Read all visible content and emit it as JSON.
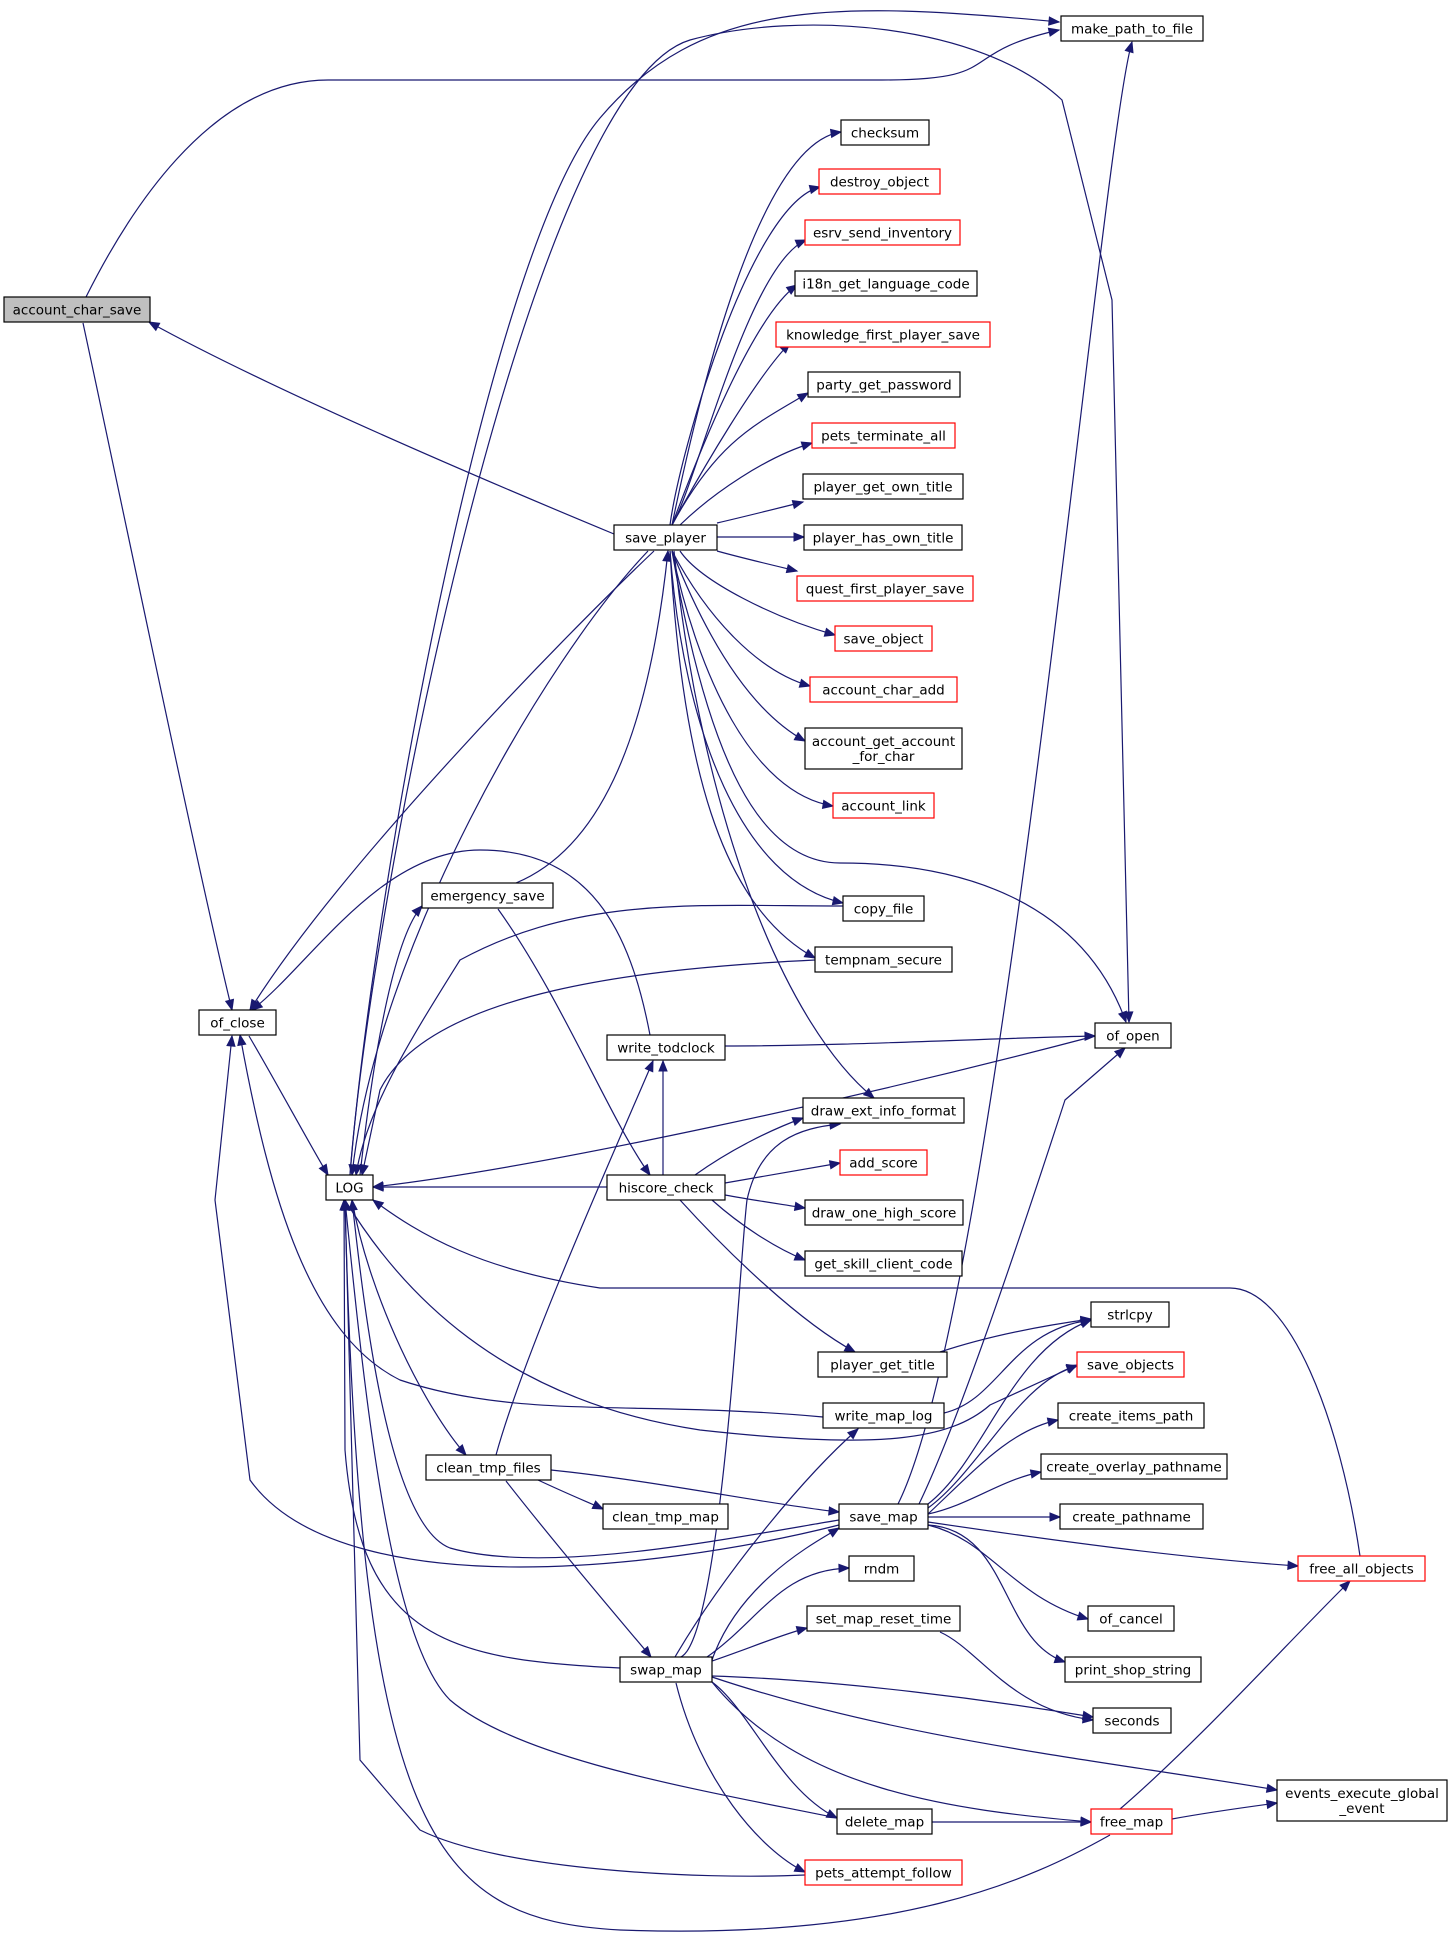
{
  "colors": {
    "edge": "#191970",
    "node_border": "#000000",
    "incomplete_node_border": "#ff0000",
    "focus_fill": "#bfbfbf",
    "node_fill": "#ffffff"
  },
  "nodes": [
    {
      "id": "account_char_save",
      "label": "account_char_save",
      "style": "focus"
    },
    {
      "id": "make_path_to_file",
      "label": "make_path_to_file",
      "style": "normal"
    },
    {
      "id": "checksum",
      "label": "checksum",
      "style": "normal"
    },
    {
      "id": "destroy_object",
      "label": "destroy_object",
      "style": "red"
    },
    {
      "id": "esrv_send_inventory",
      "label": "esrv_send_inventory",
      "style": "red"
    },
    {
      "id": "i18n_get_language_code",
      "label": "i18n_get_language_code",
      "style": "normal"
    },
    {
      "id": "knowledge_first_player_save",
      "label": "knowledge_first_player_save",
      "style": "red"
    },
    {
      "id": "party_get_password",
      "label": "party_get_password",
      "style": "normal"
    },
    {
      "id": "pets_terminate_all",
      "label": "pets_terminate_all",
      "style": "red"
    },
    {
      "id": "player_get_own_title",
      "label": "player_get_own_title",
      "style": "normal"
    },
    {
      "id": "save_player",
      "label": "save_player",
      "style": "normal"
    },
    {
      "id": "player_has_own_title",
      "label": "player_has_own_title",
      "style": "normal"
    },
    {
      "id": "quest_first_player_save",
      "label": "quest_first_player_save",
      "style": "red"
    },
    {
      "id": "save_object",
      "label": "save_object",
      "style": "red"
    },
    {
      "id": "account_char_add",
      "label": "account_char_add",
      "style": "red"
    },
    {
      "id": "account_get_account_for_char",
      "label": "account_get_account\n_for_char",
      "style": "normal"
    },
    {
      "id": "account_link",
      "label": "account_link",
      "style": "red"
    },
    {
      "id": "emergency_save",
      "label": "emergency_save",
      "style": "normal"
    },
    {
      "id": "copy_file",
      "label": "copy_file",
      "style": "normal"
    },
    {
      "id": "tempnam_secure",
      "label": "tempnam_secure",
      "style": "normal"
    },
    {
      "id": "of_close",
      "label": "of_close",
      "style": "normal"
    },
    {
      "id": "write_todclock",
      "label": "write_todclock",
      "style": "normal"
    },
    {
      "id": "of_open",
      "label": "of_open",
      "style": "normal"
    },
    {
      "id": "draw_ext_info_format",
      "label": "draw_ext_info_format",
      "style": "normal"
    },
    {
      "id": "LOG",
      "label": "LOG",
      "style": "normal"
    },
    {
      "id": "hiscore_check",
      "label": "hiscore_check",
      "style": "normal"
    },
    {
      "id": "add_score",
      "label": "add_score",
      "style": "red"
    },
    {
      "id": "draw_one_high_score",
      "label": "draw_one_high_score",
      "style": "normal"
    },
    {
      "id": "get_skill_client_code",
      "label": "get_skill_client_code",
      "style": "normal"
    },
    {
      "id": "strlcpy",
      "label": "strlcpy",
      "style": "normal"
    },
    {
      "id": "player_get_title",
      "label": "player_get_title",
      "style": "normal"
    },
    {
      "id": "save_objects",
      "label": "save_objects",
      "style": "red"
    },
    {
      "id": "write_map_log",
      "label": "write_map_log",
      "style": "normal"
    },
    {
      "id": "create_items_path",
      "label": "create_items_path",
      "style": "normal"
    },
    {
      "id": "clean_tmp_files",
      "label": "clean_tmp_files",
      "style": "normal"
    },
    {
      "id": "create_overlay_pathname",
      "label": "create_overlay_pathname",
      "style": "normal"
    },
    {
      "id": "save_map",
      "label": "save_map",
      "style": "normal"
    },
    {
      "id": "clean_tmp_map",
      "label": "clean_tmp_map",
      "style": "normal"
    },
    {
      "id": "create_pathname",
      "label": "create_pathname",
      "style": "normal"
    },
    {
      "id": "free_all_objects",
      "label": "free_all_objects",
      "style": "red"
    },
    {
      "id": "rndm",
      "label": "rndm",
      "style": "normal"
    },
    {
      "id": "set_map_reset_time",
      "label": "set_map_reset_time",
      "style": "normal"
    },
    {
      "id": "of_cancel",
      "label": "of_cancel",
      "style": "normal"
    },
    {
      "id": "swap_map",
      "label": "swap_map",
      "style": "normal"
    },
    {
      "id": "print_shop_string",
      "label": "print_shop_string",
      "style": "normal"
    },
    {
      "id": "seconds",
      "label": "seconds",
      "style": "normal"
    },
    {
      "id": "events_execute_global_event",
      "label": "events_execute_global\n_event",
      "style": "normal"
    },
    {
      "id": "delete_map",
      "label": "delete_map",
      "style": "normal"
    },
    {
      "id": "free_map",
      "label": "free_map",
      "style": "red"
    },
    {
      "id": "pets_attempt_follow",
      "label": "pets_attempt_follow",
      "style": "red"
    }
  ],
  "edges": [
    [
      "account_char_save",
      "make_path_to_file"
    ],
    [
      "account_char_save",
      "of_close"
    ],
    [
      "save_player",
      "account_char_save"
    ],
    [
      "save_player",
      "checksum"
    ],
    [
      "save_player",
      "destroy_object"
    ],
    [
      "save_player",
      "esrv_send_inventory"
    ],
    [
      "save_player",
      "i18n_get_language_code"
    ],
    [
      "save_player",
      "knowledge_first_player_save"
    ],
    [
      "save_player",
      "party_get_password"
    ],
    [
      "save_player",
      "pets_terminate_all"
    ],
    [
      "save_player",
      "player_get_own_title"
    ],
    [
      "save_player",
      "player_has_own_title"
    ],
    [
      "save_player",
      "quest_first_player_save"
    ],
    [
      "save_player",
      "save_object"
    ],
    [
      "save_player",
      "account_char_add"
    ],
    [
      "save_player",
      "account_get_account_for_char"
    ],
    [
      "save_player",
      "account_link"
    ],
    [
      "save_player",
      "copy_file"
    ],
    [
      "save_player",
      "tempnam_secure"
    ],
    [
      "save_player",
      "of_open"
    ],
    [
      "save_player",
      "draw_ext_info_format"
    ],
    [
      "save_player",
      "of_close"
    ],
    [
      "save_player",
      "LOG"
    ],
    [
      "LOG",
      "make_path_to_file"
    ],
    [
      "LOG",
      "of_open"
    ],
    [
      "emergency_save",
      "save_player"
    ],
    [
      "LOG",
      "emergency_save"
    ],
    [
      "emergency_save",
      "hiscore_check"
    ],
    [
      "write_todclock",
      "of_close"
    ],
    [
      "write_todclock",
      "of_open"
    ],
    [
      "of_open",
      "LOG"
    ],
    [
      "copy_file",
      "LOG"
    ],
    [
      "tempnam_secure",
      "LOG"
    ],
    [
      "of_close",
      "LOG"
    ],
    [
      "hiscore_check",
      "LOG"
    ],
    [
      "hiscore_check",
      "write_todclock"
    ],
    [
      "hiscore_check",
      "draw_ext_info_format"
    ],
    [
      "hiscore_check",
      "add_score"
    ],
    [
      "hiscore_check",
      "draw_one_high_score"
    ],
    [
      "hiscore_check",
      "get_skill_client_code"
    ],
    [
      "hiscore_check",
      "player_get_title"
    ],
    [
      "player_get_title",
      "strlcpy"
    ],
    [
      "free_all_objects",
      "LOG"
    ],
    [
      "write_map_log",
      "of_close"
    ],
    [
      "write_map_log",
      "strlcpy"
    ],
    [
      "LOG",
      "clean_tmp_files"
    ],
    [
      "clean_tmp_files",
      "clean_tmp_map"
    ],
    [
      "clean_tmp_files",
      "save_map"
    ],
    [
      "clean_tmp_files",
      "swap_map"
    ],
    [
      "clean_tmp_files",
      "write_todclock"
    ],
    [
      "save_map",
      "LOG"
    ],
    [
      "save_map",
      "of_close"
    ],
    [
      "save_map",
      "make_path_to_file"
    ],
    [
      "save_map",
      "of_open"
    ],
    [
      "save_map",
      "strlcpy"
    ],
    [
      "save_map",
      "save_objects"
    ],
    [
      "save_map",
      "create_items_path"
    ],
    [
      "save_map",
      "create_overlay_pathname"
    ],
    [
      "save_map",
      "create_pathname"
    ],
    [
      "save_map",
      "free_all_objects"
    ],
    [
      "save_map",
      "of_cancel"
    ],
    [
      "save_map",
      "print_shop_string"
    ],
    [
      "LOG",
      "save_objects"
    ],
    [
      "swap_map",
      "LOG"
    ],
    [
      "swap_map",
      "save_map"
    ],
    [
      "swap_map",
      "write_map_log"
    ],
    [
      "swap_map",
      "draw_ext_info_format"
    ],
    [
      "swap_map",
      "rndm"
    ],
    [
      "swap_map",
      "set_map_reset_time"
    ],
    [
      "swap_map",
      "seconds"
    ],
    [
      "set_map_reset_time",
      "seconds"
    ],
    [
      "swap_map",
      "events_execute_global_event"
    ],
    [
      "swap_map",
      "delete_map"
    ],
    [
      "swap_map",
      "free_map"
    ],
    [
      "swap_map",
      "pets_attempt_follow"
    ],
    [
      "delete_map",
      "LOG"
    ],
    [
      "delete_map",
      "free_map"
    ],
    [
      "free_map",
      "events_execute_global_event"
    ],
    [
      "free_map",
      "free_all_objects"
    ],
    [
      "free_map",
      "LOG"
    ],
    [
      "pets_attempt_follow",
      "LOG"
    ]
  ]
}
